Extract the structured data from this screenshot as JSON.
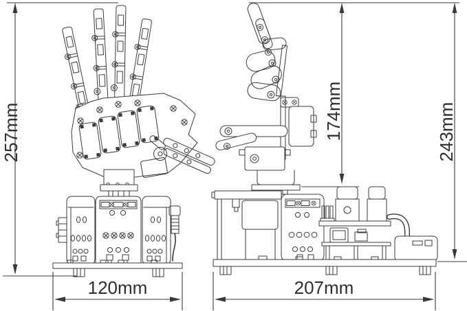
{
  "diagram": {
    "type": "technical-drawing",
    "colors": {
      "background": "#ffffff",
      "line": "#3a3a3a",
      "text": "#2e2e2e"
    },
    "views": {
      "front": {
        "height_label": "257mm",
        "width_label": "120mm"
      },
      "side": {
        "hand_height_label": "174mm",
        "total_height_label": "243mm",
        "width_label": "207mm"
      }
    }
  }
}
